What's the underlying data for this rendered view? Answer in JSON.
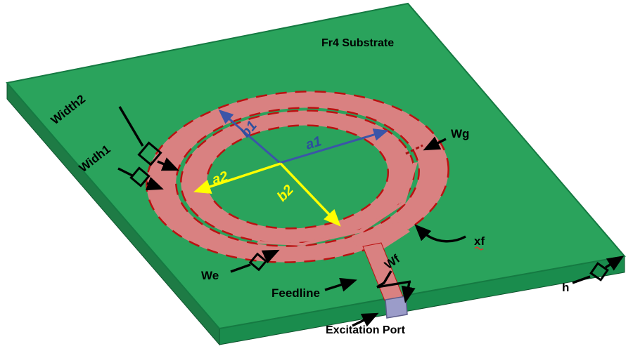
{
  "diagram": {
    "title": "Fr4 Substrate",
    "labels": {
      "substrate": "Fr4 Substrate",
      "width2": "Width2",
      "width1": "Widh1",
      "b1": "b1",
      "a1": "a1",
      "a2": "a2",
      "b2": "b2",
      "wg": "Wg",
      "xf": "xf",
      "we": "We",
      "wf": "Wf",
      "feedline": "Feedline",
      "excitation_port": "Excitation Port",
      "h": "h"
    },
    "colors": {
      "background": "#ffffff",
      "substrate_top": "#2aa35c",
      "substrate_side_left": "#1e7b45",
      "substrate_side_front": "#1a8c4d",
      "substrate_edge": "#136a3b",
      "trace": "#d98181",
      "trace_outline": "#bb1111",
      "dimension_blue": "#3b55a8",
      "dimension_blue_text": "#2d4f9e",
      "dimension_yellow": "#ffff00",
      "port": "#9b9cc9",
      "annotation": "#000000"
    }
  }
}
